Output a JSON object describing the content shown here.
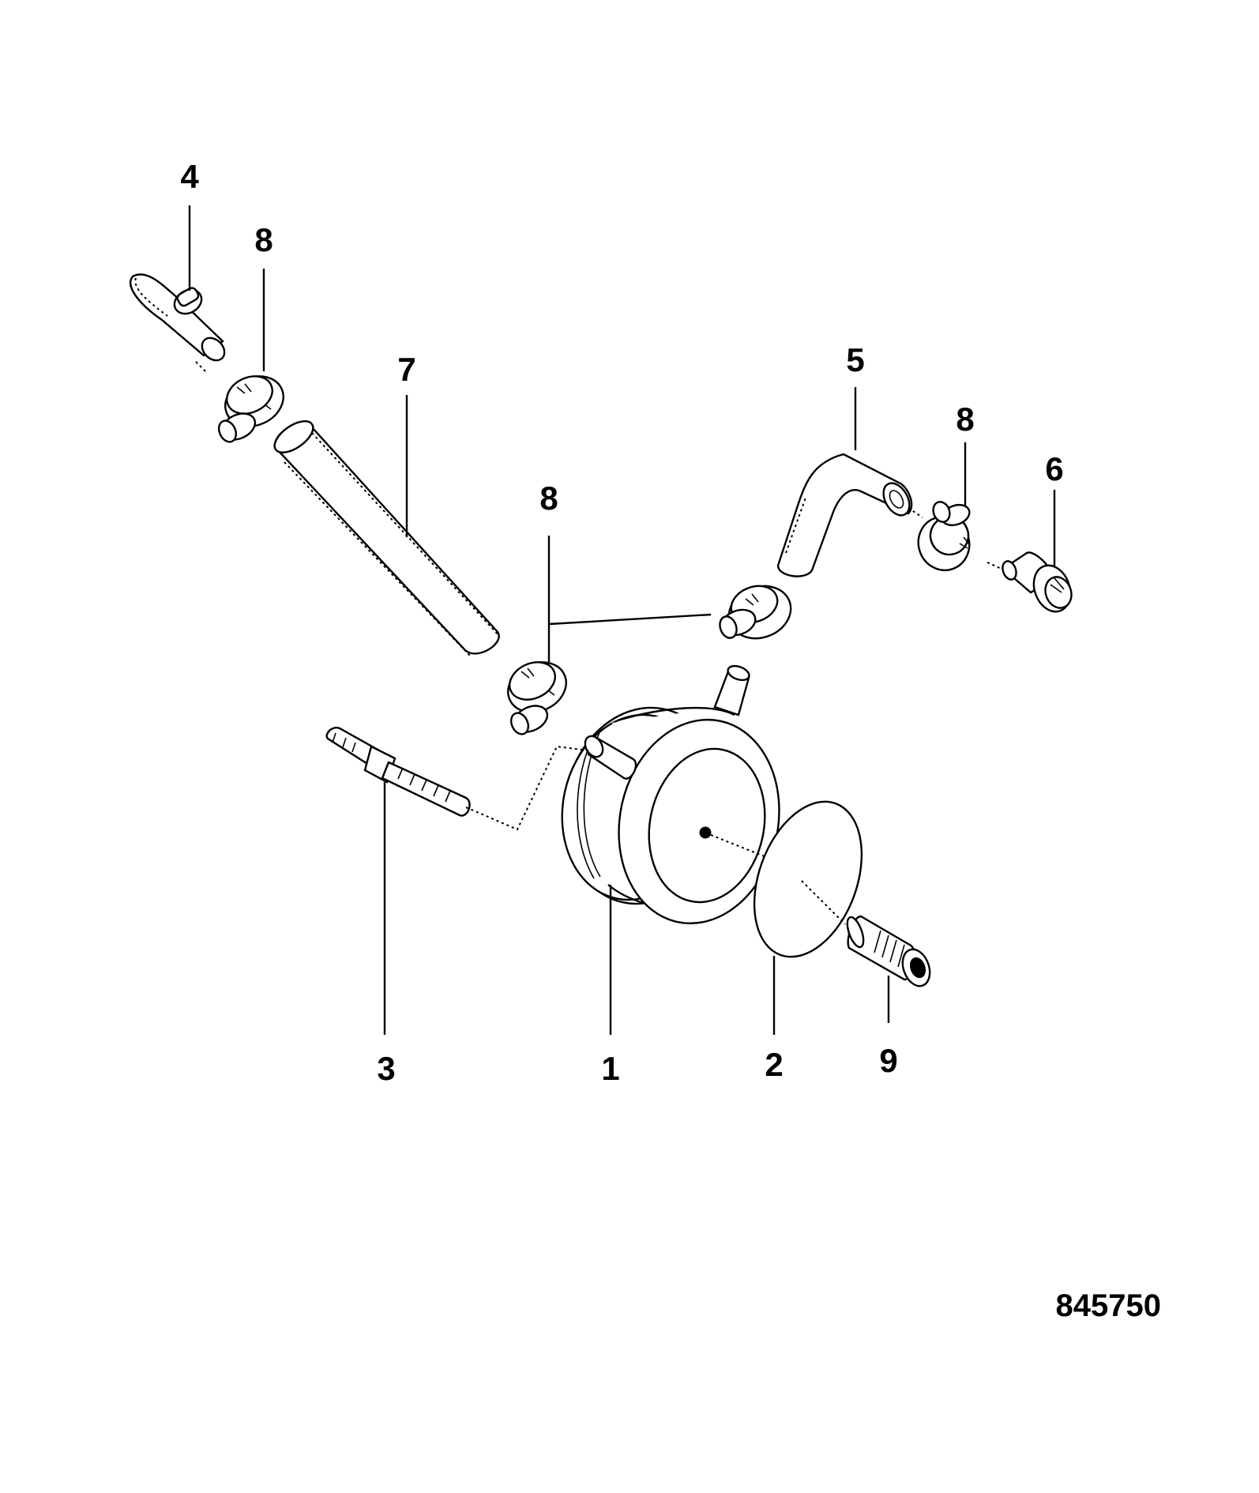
{
  "figure_number": "845750",
  "callouts": {
    "c1": "1",
    "c2": "2",
    "c3": "3",
    "c4": "4",
    "c5": "5",
    "c6": "6",
    "c7": "7",
    "c8_top_left": "8",
    "c8_center": "8",
    "c8_right": "8",
    "c9": "9"
  }
}
